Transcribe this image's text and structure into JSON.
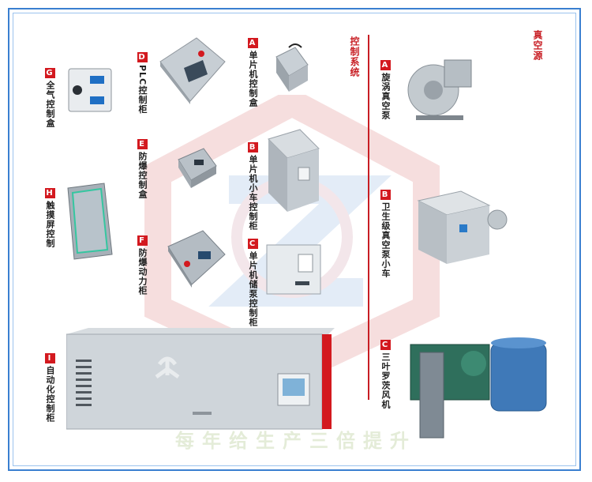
{
  "sections": {
    "control": {
      "title": "控制系统"
    },
    "vacuum": {
      "title": "真空源"
    }
  },
  "control_items": [
    {
      "letter": "A",
      "label": "单片机控制盒"
    },
    {
      "letter": "B",
      "label": "单片机小车控制柜"
    },
    {
      "letter": "C",
      "label": "单片机储泵控制柜"
    },
    {
      "letter": "D",
      "label": "PLC控制柜"
    },
    {
      "letter": "E",
      "label": "防爆控制盒"
    },
    {
      "letter": "F",
      "label": "防爆动力柜"
    },
    {
      "letter": "G",
      "label": "全气控制盒"
    },
    {
      "letter": "H",
      "label": "触摸屏控制"
    },
    {
      "letter": "I",
      "label": "自动化控制柜"
    }
  ],
  "vacuum_items": [
    {
      "letter": "A",
      "label": "旋涡真空泵"
    },
    {
      "letter": "B",
      "label": "卫生级真空泵小车"
    },
    {
      "letter": "C",
      "label": "三叶罗茨风机"
    }
  ],
  "watermark": {
    "slogan": "每年给生产三倍提升"
  },
  "colors": {
    "accent": "#c81e24",
    "frame": "#3a7fd0"
  }
}
